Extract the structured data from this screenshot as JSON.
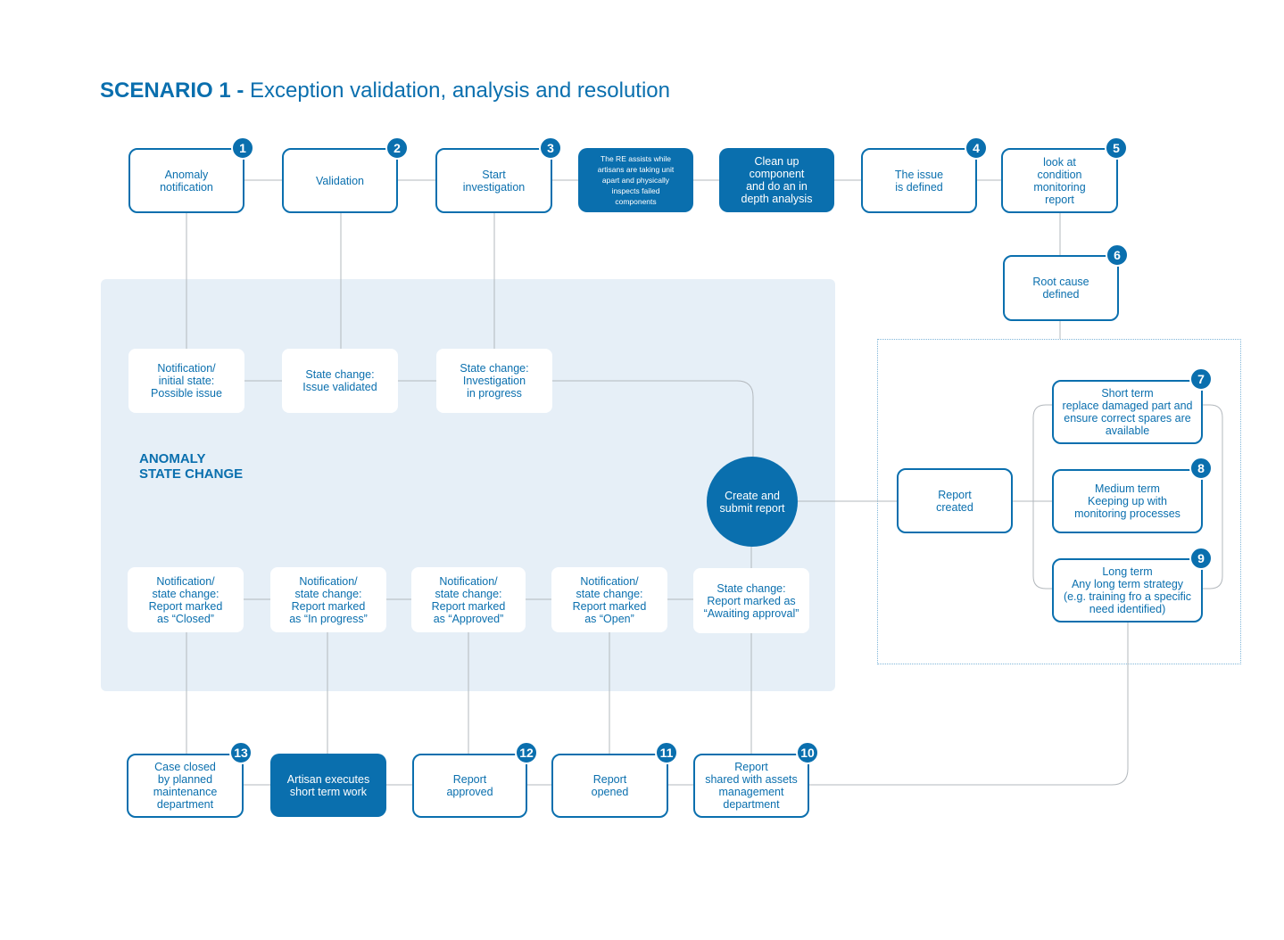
{
  "title": {
    "bold": "SCENARIO 1 -",
    "light": "Exception validation, analysis and resolution"
  },
  "anomaly_label": "ANOMALY\nSTATE CHANGE",
  "nodes": {
    "anomaly_notification": "Anomaly\nnotification",
    "validation": "Validation",
    "start_investigation": "Start\ninvestigation",
    "re_assists": "The RE assists while\nartisans are taking unit\napart and physically\ninspects failed\ncomponents",
    "clean_up": "Clean up\ncomponent\nand do an in\ndepth analysis",
    "issue_defined": "The issue\nis defined",
    "condition_monitoring": "look at\ncondition\nmonitoring\nreport",
    "root_cause": "Root cause\ndefined",
    "state_possible_issue": "Notification/\ninitial state:\nPossible issue",
    "state_issue_validated": "State change:\nIssue validated",
    "state_investigation": "State change:\nInvestigation\nin progress",
    "create_submit_report": "Create and\nsubmit report",
    "report_created": "Report\ncreated",
    "short_term": "Short term\nreplace damaged part and\nensure correct spares are\navailable",
    "medium_term": "Medium term\nKeeping up with\nmonitoring processes",
    "long_term": "Long term\nAny long term strategy\n(e.g. training fro a specific\nneed identified)",
    "state_closed": "Notification/\nstate change:\nReport marked\nas “Closed”",
    "state_in_progress": "Notification/\nstate change:\nReport marked\nas “In progress”",
    "state_approved": "Notification/\nstate change:\nReport marked\nas “Approved”",
    "state_open": "Notification/\nstate change:\nReport marked\nas “Open”",
    "state_awaiting": "State change:\nReport marked as\n“Awaiting approval”",
    "case_closed": "Case closed\nby planned\nmaintenance\ndepartment",
    "artisan_executes": "Artisan executes\nshort term work",
    "report_approved": "Report\napproved",
    "report_opened": "Report\nopened",
    "report_shared": "Report\nshared with assets\nmanagement\ndepartment"
  },
  "badges": {
    "b1": "1",
    "b2": "2",
    "b3": "3",
    "b4": "4",
    "b5": "5",
    "b6": "6",
    "b7": "7",
    "b8": "8",
    "b9": "9",
    "b10": "10",
    "b11": "11",
    "b12": "12",
    "b13": "13"
  },
  "colors": {
    "primary": "#0a6fae",
    "panel": "#e6eff7",
    "connector": "#b3b8bd",
    "dotted_border": "#7fb6d9"
  }
}
